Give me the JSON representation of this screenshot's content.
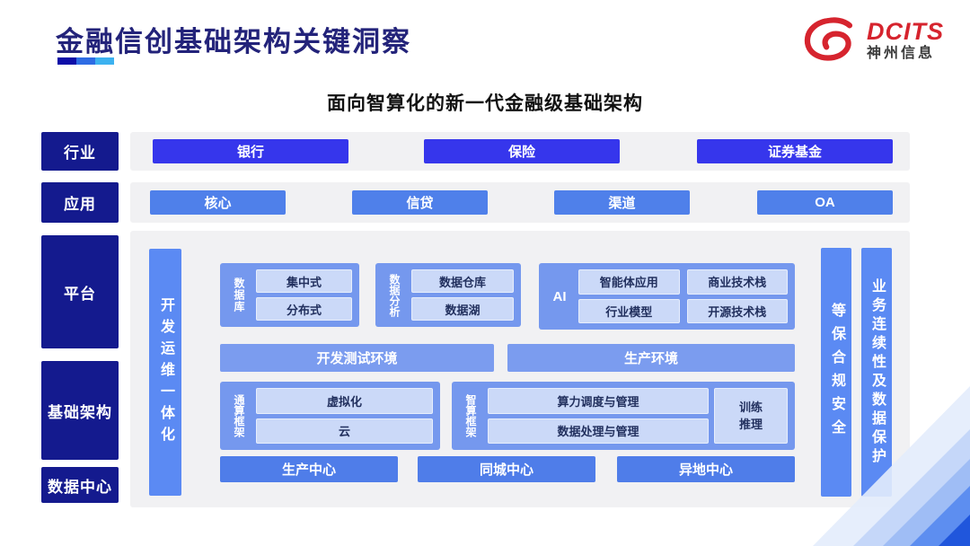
{
  "title": "金融信创基础架构关键洞察",
  "logo": {
    "brand": "DCITS",
    "company": "神州信息"
  },
  "subtitle": "面向智算化的新一代金融级基础架构",
  "industry_row": {
    "label": "行业",
    "items": [
      "银行",
      "保险",
      "证券基金"
    ]
  },
  "application_row": {
    "label": "应用",
    "items": [
      "核心",
      "信贷",
      "渠道",
      "OA"
    ]
  },
  "side_labels": {
    "platform": "平台",
    "infrastructure": "基础架构",
    "data_center": "数据中心"
  },
  "platform_area": {
    "devops_bar": "开发运维一体化",
    "database_group": {
      "label": "数据库",
      "items": [
        "集中式",
        "分布式"
      ]
    },
    "analytics_group": {
      "label": "数据分析",
      "items": [
        "数据仓库",
        "数据湖"
      ]
    },
    "ai_group": {
      "label": "AI",
      "items": [
        "智能体应用",
        "商业技术栈",
        "行业模型",
        "开源技术栈"
      ]
    },
    "environments": [
      "开发测试环境",
      "生产环境"
    ],
    "general_compute_group": {
      "label": "通算框架",
      "items": [
        "虚拟化",
        "云"
      ]
    },
    "intelligent_compute_group": {
      "label": "智算框架",
      "items": [
        "算力调度与管理",
        "数据处理与管理"
      ],
      "side_box": "训练推理"
    },
    "centers": [
      "生产中心",
      "同城中心",
      "异地中心"
    ],
    "security_bar": "等保合规安全",
    "continuity_bar": "业务连续性及数据保护"
  },
  "colors": {
    "title_navy": "#23237a",
    "label_navy": "#141a8e",
    "industry_button_blue": "#3636ec",
    "app_button_blue": "#4f80ea",
    "group_blue": "#7598ee",
    "bar_blue": "#5b8af3",
    "item_light_blue": "#cbd9f8",
    "strip_gray": "#f1f1f3",
    "logo_red": "#d6242e",
    "underline": [
      "#0d0da8",
      "#2e6ce4",
      "#3cb2f0"
    ]
  }
}
